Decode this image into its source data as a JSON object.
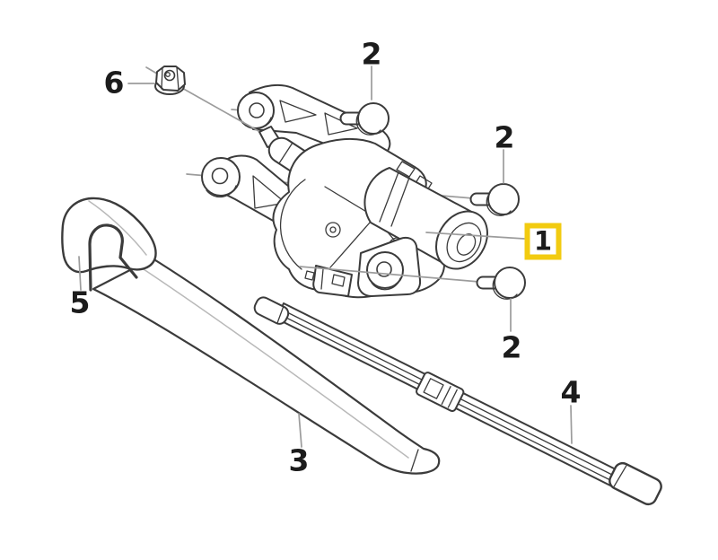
{
  "callouts": {
    "motor_assembly": {
      "label": "1",
      "highlighted": true
    },
    "grommet_top": {
      "label": "2",
      "highlighted": false
    },
    "grommet_middle": {
      "label": "2",
      "highlighted": false
    },
    "grommet_bottom": {
      "label": "2",
      "highlighted": false
    },
    "wiper_arm": {
      "label": "3",
      "highlighted": false
    },
    "wiper_blade": {
      "label": "4",
      "highlighted": false
    },
    "arm_head_cover": {
      "label": "5",
      "highlighted": false
    },
    "spindle_nut": {
      "label": "6",
      "highlighted": false
    }
  },
  "colors": {
    "background": "#ffffff",
    "line": "#3b3b3b",
    "detail-line": "#b9b9b9",
    "leader": "#9c9c9c",
    "label-text": "#1c1c1c",
    "highlight": "#f2cb10"
  }
}
